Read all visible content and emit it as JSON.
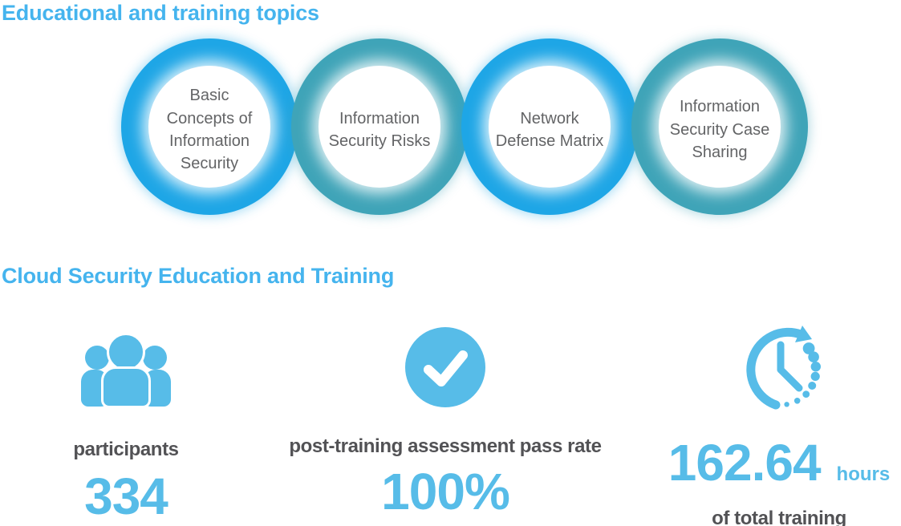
{
  "colors": {
    "heading_blue": "#45b4ee",
    "ring_blue": "#1ea6e6",
    "ring_teal": "#3fa4b8",
    "accent_blue": "#57bce8",
    "circle_text_gray": "#636466",
    "label_gray": "#525255"
  },
  "topics_section": {
    "title": "Educational and training topics",
    "circles": [
      {
        "label": "Basic\nConcepts of\nInformation\nSecurity",
        "color": "blue"
      },
      {
        "label": "Information\nSecurity Risks",
        "color": "teal"
      },
      {
        "label": "Network\nDefense Matrix",
        "color": "blue"
      },
      {
        "label": "Information\nSecurity Case\nSharing",
        "color": "teal"
      }
    ]
  },
  "training_section": {
    "title": "Cloud Security Education and Training",
    "stats": [
      {
        "icon": "participants-icon",
        "label": "participants",
        "value": "334"
      },
      {
        "icon": "checkmark-icon",
        "label": "post-training assessment pass rate",
        "value": "100%"
      },
      {
        "icon": "clock-icon",
        "value": "162.64",
        "unit": "hours",
        "label": "of total training"
      }
    ]
  },
  "chart_data": {
    "type": "table",
    "title": "Cloud Security Education and Training",
    "topics": [
      "Basic Concepts of Information Security",
      "Information Security Risks",
      "Network Defense Matrix",
      "Information Security Case Sharing"
    ],
    "metrics": [
      {
        "label": "participants",
        "value": 334
      },
      {
        "label": "post-training assessment pass rate",
        "value": "100%"
      },
      {
        "label": "of total training",
        "value": 162.64,
        "unit": "hours"
      }
    ]
  }
}
